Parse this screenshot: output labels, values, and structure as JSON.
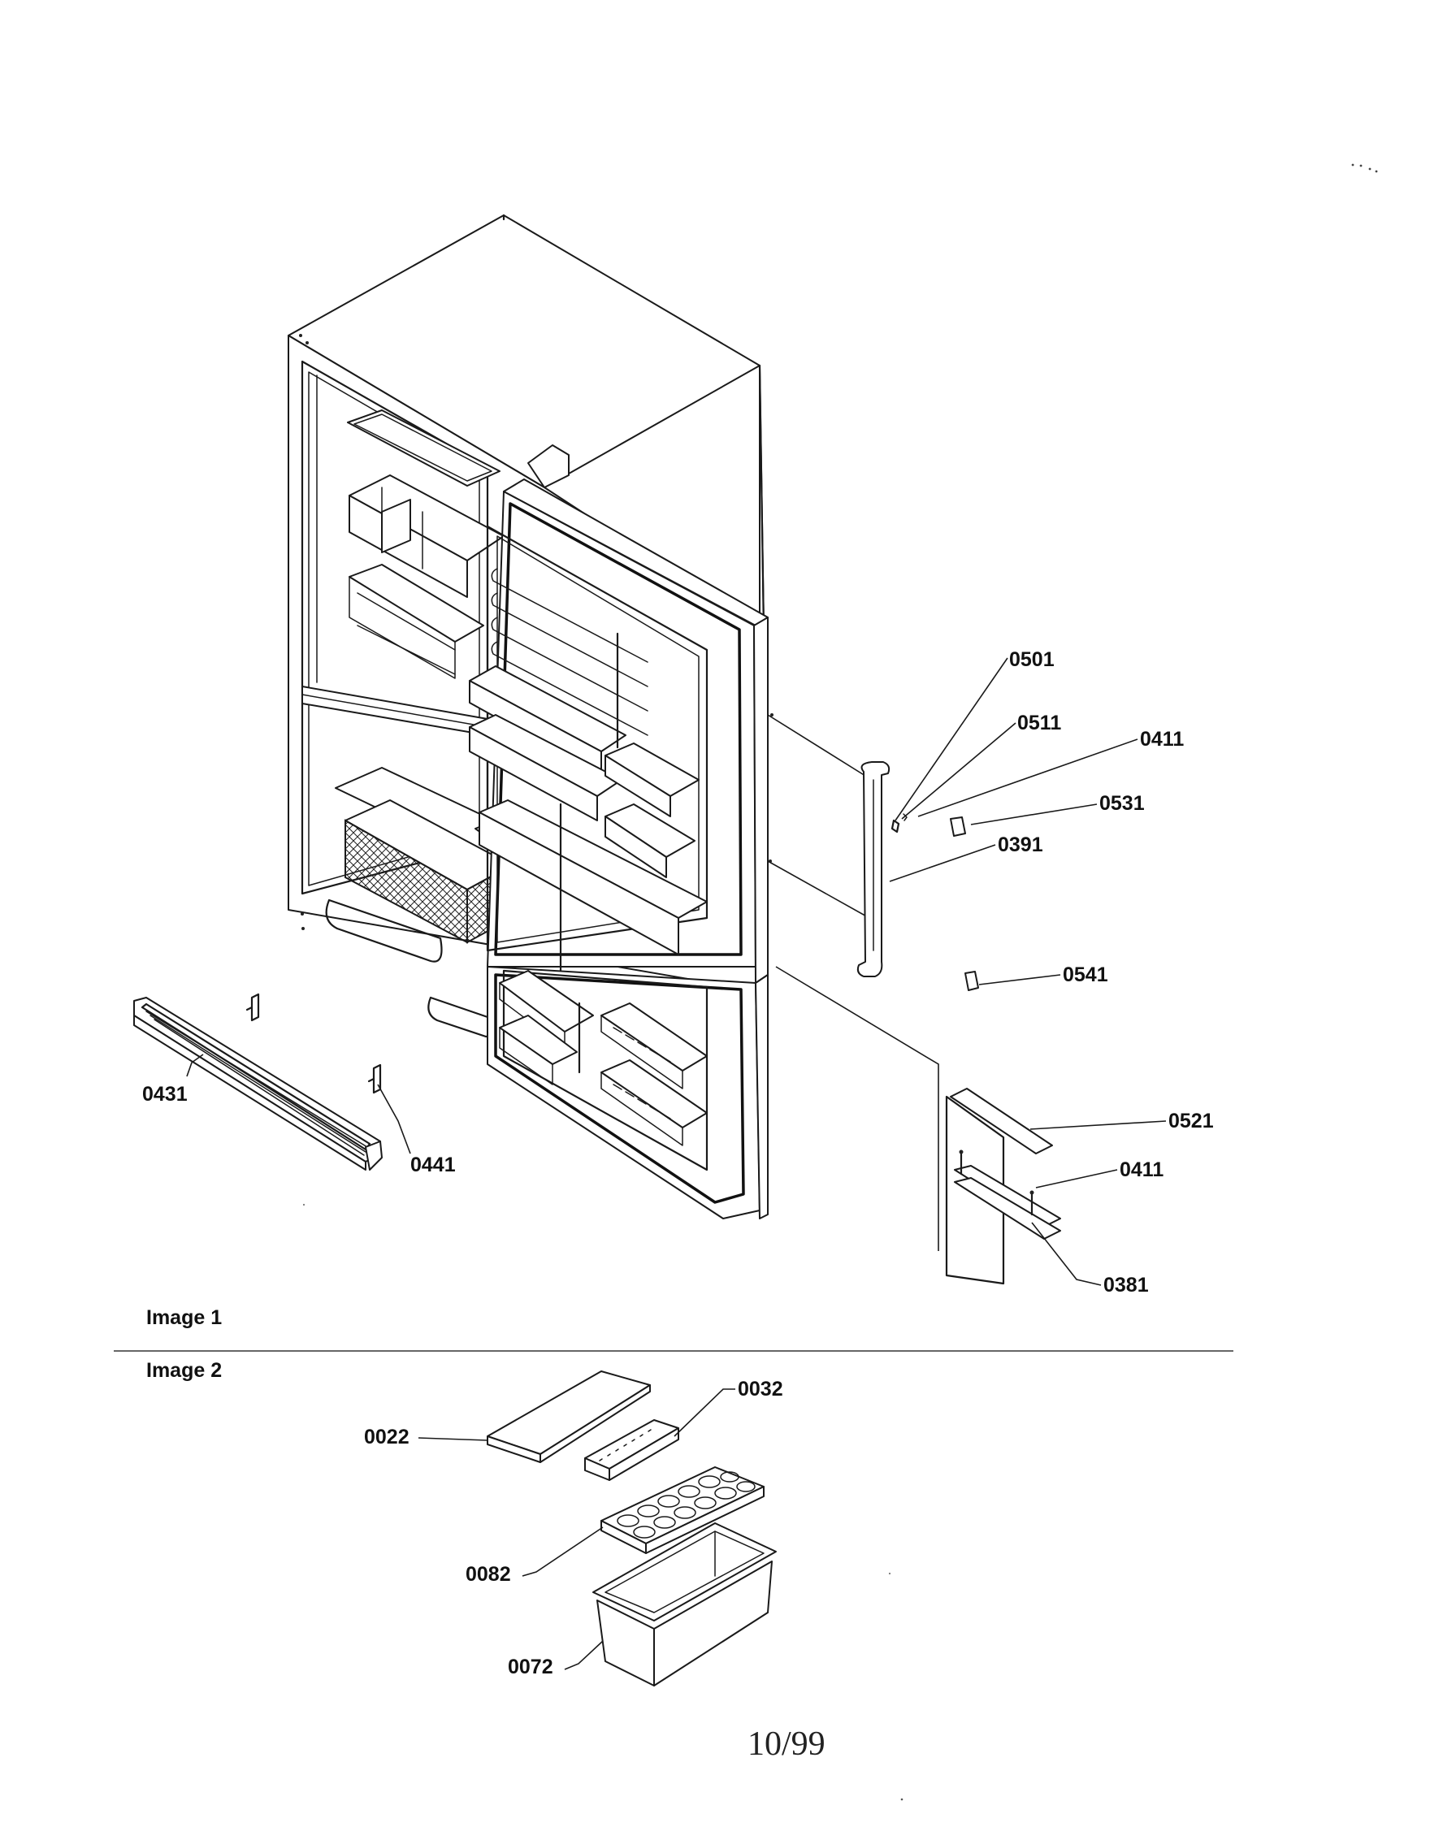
{
  "sections": [
    {
      "label": "Image 1"
    },
    {
      "label": "Image 2"
    }
  ],
  "callouts": {
    "c0501": "0501",
    "c0511": "0511",
    "c0411a": "0411",
    "c0531": "0531",
    "c0391": "0391",
    "c0541": "0541",
    "c0521": "0521",
    "c0411b": "0411",
    "c0381": "0381",
    "c0431": "0431",
    "c0441": "0441",
    "c0022": "0022",
    "c0032": "0032",
    "c0082": "0082",
    "c0072": "0072"
  },
  "footer": "10/99"
}
